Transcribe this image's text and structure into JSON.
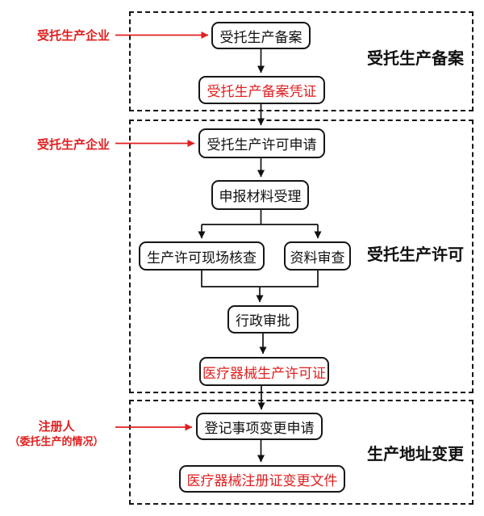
{
  "diagram": {
    "type": "flowchart",
    "colors": {
      "highlight_red": "#e02020",
      "flow_line": "#111111",
      "box_border": "#161616",
      "background": "#ffffff"
    },
    "sections": [
      {
        "title": "受托生产备案",
        "nodes": [
          {
            "label": "受托生产备案",
            "emphasis": "black"
          },
          {
            "label": "受托生产备案凭证",
            "emphasis": "red"
          }
        ]
      },
      {
        "title": "受托生产许可",
        "nodes": [
          {
            "label": "受托生产许可申请",
            "emphasis": "black"
          },
          {
            "label": "申报材料受理",
            "emphasis": "black"
          },
          {
            "label": "生产许可现场核查",
            "emphasis": "black"
          },
          {
            "label": "资料审查",
            "emphasis": "black"
          },
          {
            "label": "行政审批",
            "emphasis": "black"
          },
          {
            "label": "医疗器械生产许可证",
            "emphasis": "red"
          }
        ]
      },
      {
        "title": "生产地址变更",
        "nodes": [
          {
            "label": "登记事项变更申请",
            "emphasis": "black"
          },
          {
            "label": "医疗器械注册证变更文件",
            "emphasis": "red"
          }
        ]
      }
    ],
    "side_labels": [
      {
        "label": "受托生产企业",
        "target": "受托生产备案"
      },
      {
        "label": "受托生产企业",
        "target": "受托生产许可申请"
      },
      {
        "label": "注册人",
        "sublabel": "（委托生产的情况）",
        "target": "登记事项变更申请"
      }
    ],
    "edges": [
      {
        "from": "受托生产备案",
        "to": "受托生产备案凭证"
      },
      {
        "from": "受托生产备案凭证",
        "to": "受托生产许可申请"
      },
      {
        "from": "受托生产许可申请",
        "to": "申报材料受理"
      },
      {
        "from": "申报材料受理",
        "to": "生产许可现场核查"
      },
      {
        "from": "申报材料受理",
        "to": "资料审查"
      },
      {
        "from": "生产许可现场核查",
        "to": "行政审批"
      },
      {
        "from": "资料审查",
        "to": "行政审批"
      },
      {
        "from": "行政审批",
        "to": "医疗器械生产许可证"
      },
      {
        "from": "医疗器械生产许可证",
        "to": "登记事项变更申请"
      },
      {
        "from": "登记事项变更申请",
        "to": "医疗器械注册证变更文件"
      }
    ]
  }
}
